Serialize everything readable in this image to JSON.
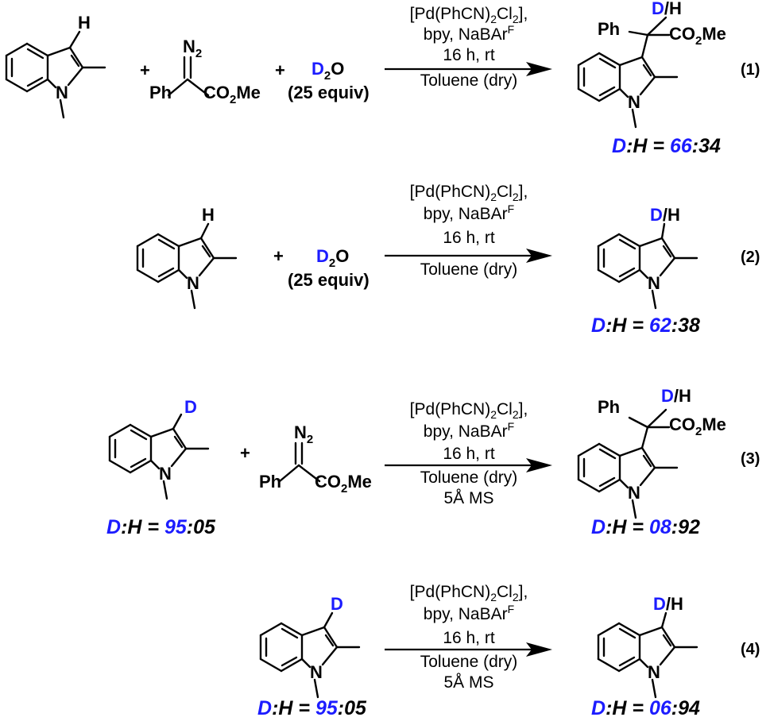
{
  "colors": {
    "text": "#000000",
    "deuterium": "#1c1cff",
    "background": "#ffffff"
  },
  "atoms": {
    "H": "H",
    "D": "D",
    "N": "N",
    "Ph": "Ph",
    "sep": "/",
    "plus": "+"
  },
  "diazo": {
    "N": "N",
    "two": "2",
    "ester_pre": "CO",
    "ester_post": "Me"
  },
  "ester": {
    "pre": "CO",
    "two": "2",
    "post": "Me"
  },
  "water": {
    "D": "D",
    "two": "2",
    "O": "O",
    "equiv": "(25 equiv)"
  },
  "conditions": {
    "catalyst_a": "[Pd(PhCN)",
    "sub2": "2",
    "catalyst_b": "Cl",
    "catalyst_c": "],",
    "additives": "bpy, NaBAr",
    "sup": "F",
    "time": "16 h, rt",
    "solvent": "Toluene (dry)",
    "sieves": "5Å MS"
  },
  "labels": [
    "(1)",
    "(2)",
    "(3)",
    "(4)"
  ],
  "ratios": {
    "r1": {
      "prefix": "D",
      "mid": ":H = ",
      "d": "66",
      "rest": ":34"
    },
    "r2": {
      "prefix": "D",
      "mid": ":H = ",
      "d": "62",
      "rest": ":38"
    },
    "r3_sm": {
      "prefix": "D",
      "mid": ":H = ",
      "d": "95",
      "rest": ":05"
    },
    "r3": {
      "prefix": "D",
      "mid": ":H = ",
      "d": "08",
      "rest": ":92"
    },
    "r4_sm": {
      "prefix": "D",
      "mid": ":H = ",
      "d": "95",
      "rest": ":05"
    },
    "r4": {
      "prefix": "D",
      "mid": ":H = ",
      "d": "06",
      "rest": ":94"
    }
  }
}
